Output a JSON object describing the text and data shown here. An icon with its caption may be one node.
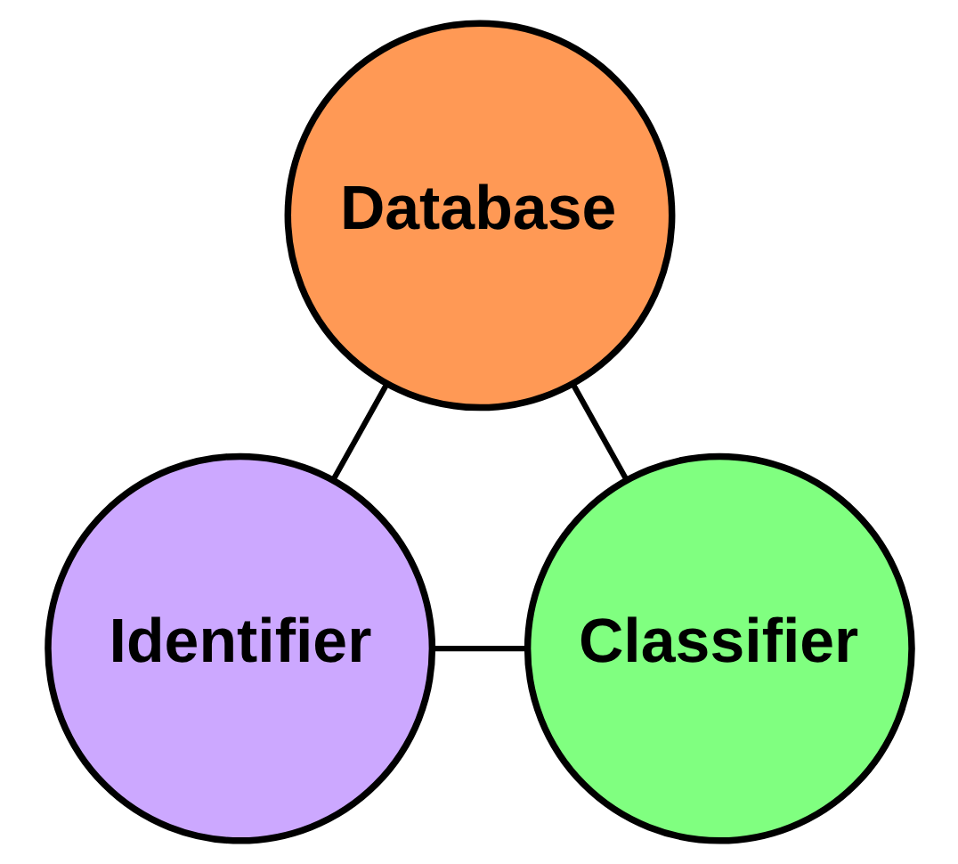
{
  "diagram": {
    "nodes": [
      {
        "text": [
          "Database"
        ]
      },
      {
        "text": [
          "Identifier"
        ]
      },
      {
        "text": [
          "Classifier"
        ]
      }
    ],
    "edges": [
      {
        "from": 0,
        "to": 1,
        "arrow": "none"
      },
      {
        "from": 0,
        "to": 2,
        "arrow": "none"
      },
      {
        "from": 1,
        "to": 2,
        "arrow": "none"
      }
    ]
  }
}
